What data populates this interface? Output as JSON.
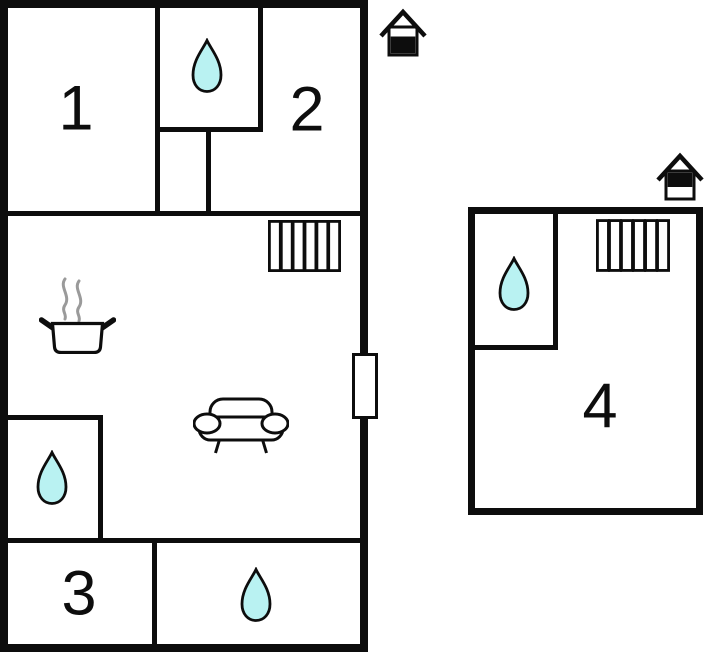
{
  "plan": {
    "background": "#ffffff",
    "wall_color": "#0d0d0d",
    "water_drop_color": "#b9f2f2",
    "steam_color": "#9a9a9a"
  },
  "rooms": {
    "r1": {
      "label": "1"
    },
    "r2": {
      "label": "2"
    },
    "r3": {
      "label": "3"
    },
    "r4": {
      "label": "4"
    }
  },
  "icons": {
    "water_drop": "water-drop-icon",
    "radiator": "radiator-icon",
    "stove": "steaming-pot-icon",
    "sofa": "sofa-icon",
    "house_lower_floor": "house-lower-floor-icon",
    "house_upper_floor": "house-upper-floor-icon",
    "window": "window-marker"
  }
}
